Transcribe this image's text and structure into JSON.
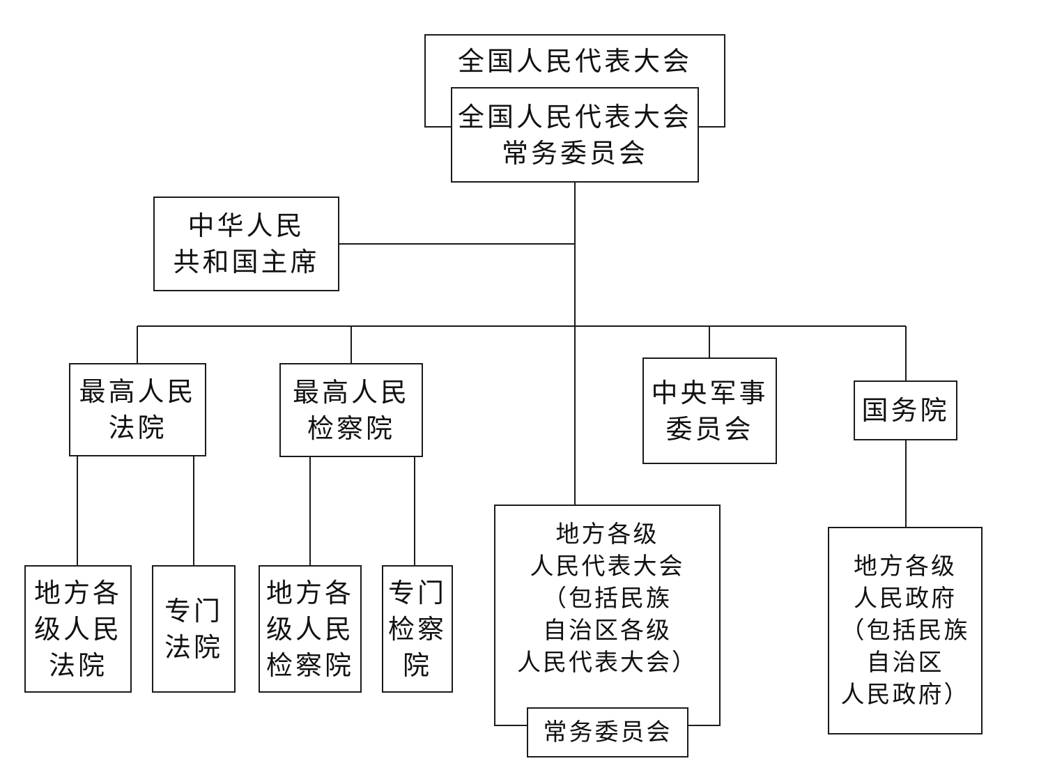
{
  "npc": {
    "lines": [
      "全国人民代表大会"
    ]
  },
  "npc_standing": {
    "lines": [
      "全国人民代表大会",
      "常务委员会"
    ]
  },
  "president": {
    "lines": [
      "中华人民",
      "共和国主席"
    ]
  },
  "supreme_court": {
    "lines": [
      "最高人民",
      "法院"
    ]
  },
  "supreme_procuratorate": {
    "lines": [
      "最高人民",
      "检察院"
    ]
  },
  "central_military": {
    "lines": [
      "中央军事",
      "委员会"
    ]
  },
  "state_council": {
    "lines": [
      "国务院"
    ]
  },
  "local_courts": {
    "lines": [
      "地方各",
      "级人民",
      "法院"
    ]
  },
  "special_courts": {
    "lines": [
      "专门",
      "法院"
    ]
  },
  "local_procuratorates": {
    "lines": [
      "地方各",
      "级人民",
      "检察院"
    ]
  },
  "special_procuratorates": {
    "lines": [
      "专门",
      "检察",
      "院"
    ]
  },
  "local_congress": {
    "lines": [
      "地方各级",
      "人民代表大会",
      "（包括民族",
      "自治区各级",
      "人民代表大会）"
    ]
  },
  "local_standing": {
    "lines": [
      "常务委员会"
    ]
  },
  "local_gov": {
    "lines": [
      "地方各级",
      "人民政府",
      "（包括民族",
      "自治区",
      "人民政府）"
    ]
  }
}
